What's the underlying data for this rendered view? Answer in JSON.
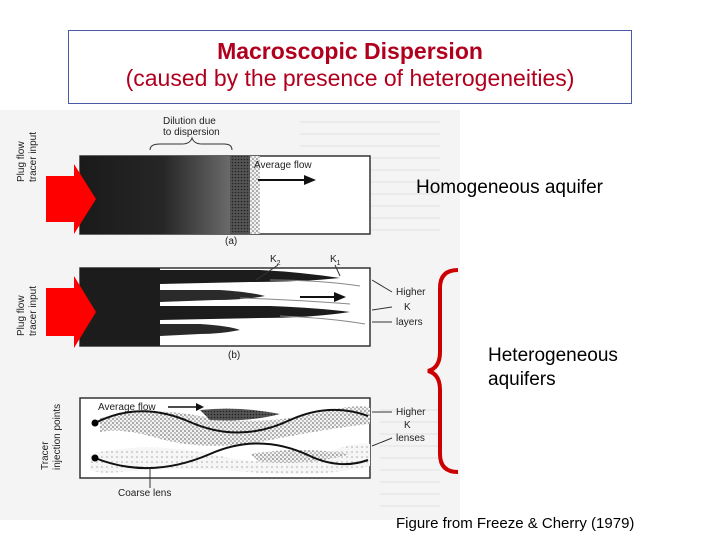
{
  "title": {
    "line1": "Macroscopic Dispersion",
    "line2": "(caused by the presence of heterogeneities)"
  },
  "labels": {
    "homogeneous": "Homogeneous aquifer",
    "heterogeneous_line1": "Heterogeneous",
    "heterogeneous_line2": "aquifers"
  },
  "caption": "Figure from Freeze & Cherry (1979)",
  "figure": {
    "panel_a": {
      "side_label_1": "Plug flow",
      "side_label_2": "tracer input",
      "dilution_1": "Dilution due",
      "dilution_2": "to dispersion",
      "average_flow": "Average flow",
      "tag": "(a)"
    },
    "panel_b": {
      "side_label_1": "Plug flow",
      "side_label_2": "tracer input",
      "k2": "K",
      "k2_sub": "2",
      "k1": "K",
      "k1_sub": "1",
      "higher": "Higher",
      "k": "K",
      "layers": "layers",
      "tag": "(b)"
    },
    "panel_c": {
      "side_label_1": "Tracer",
      "side_label_2": "injection points",
      "average_flow": "Average flow",
      "higher": "Higher",
      "k": "K",
      "lenses": "lenses",
      "coarse_lens": "Coarse lens"
    }
  },
  "colors": {
    "title_red": "#b0001e",
    "arrow_red": "#ff0000",
    "brace_red": "#cc0000",
    "box_border": "#4a5aa8"
  }
}
